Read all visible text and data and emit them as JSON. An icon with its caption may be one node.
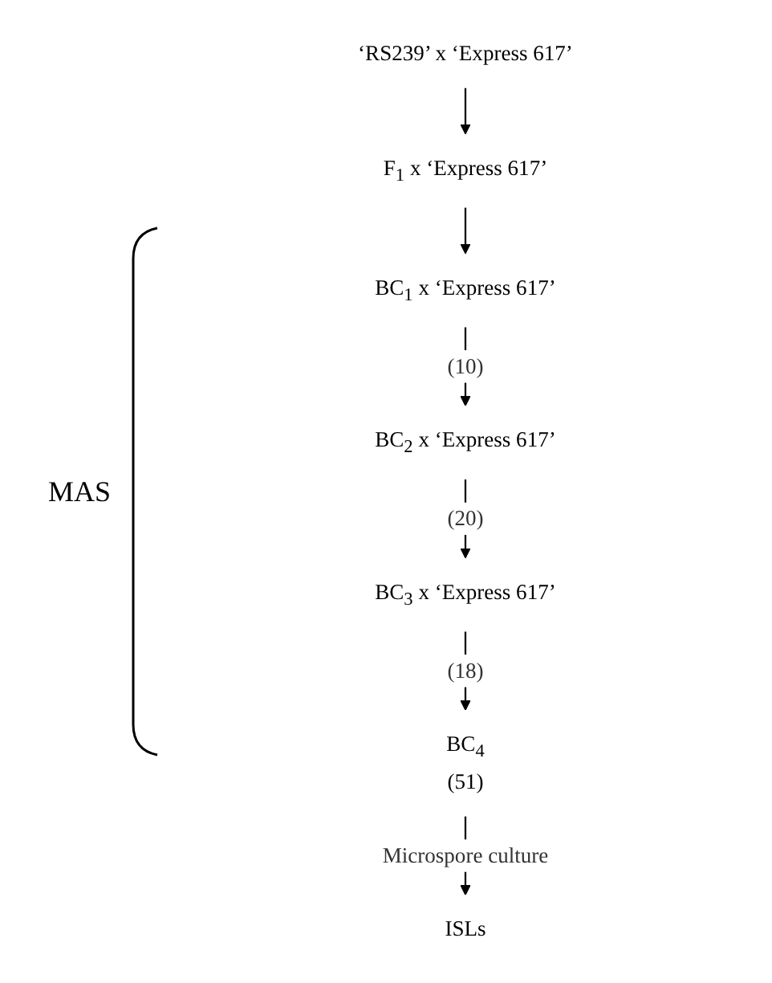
{
  "diagram": {
    "nodes": [
      {
        "text": [
          "‘RS239’ x ‘Express 617’"
        ]
      },
      {
        "text": [
          "F$_{1}$ x ‘Express 617’"
        ]
      },
      {
        "text": [
          "BC$_{1}$ x ‘Express 617’"
        ]
      },
      {
        "text": [
          "BC$_{2}$ x ‘Express 617’"
        ]
      },
      {
        "text": [
          "BC$_{3}$ x ‘Express 617’"
        ]
      },
      {
        "text": [
          "BC$_{4}$",
          "(51)"
        ]
      },
      {
        "text": [
          "ISLs"
        ]
      }
    ],
    "edges": [
      {
        "from": 0,
        "to": 1,
        "arrow": "to"
      },
      {
        "from": 1,
        "to": 2,
        "arrow": "to"
      },
      {
        "from": 2,
        "to": 3,
        "arrow": "to",
        "label": "(10)"
      },
      {
        "from": 3,
        "to": 4,
        "arrow": "to",
        "label": "(20)"
      },
      {
        "from": 4,
        "to": 5,
        "arrow": "to",
        "label": "(18)"
      },
      {
        "from": 5,
        "to": 6,
        "arrow": "to",
        "label": "Microspore culture"
      }
    ],
    "labels": [
      "MAS"
    ]
  }
}
